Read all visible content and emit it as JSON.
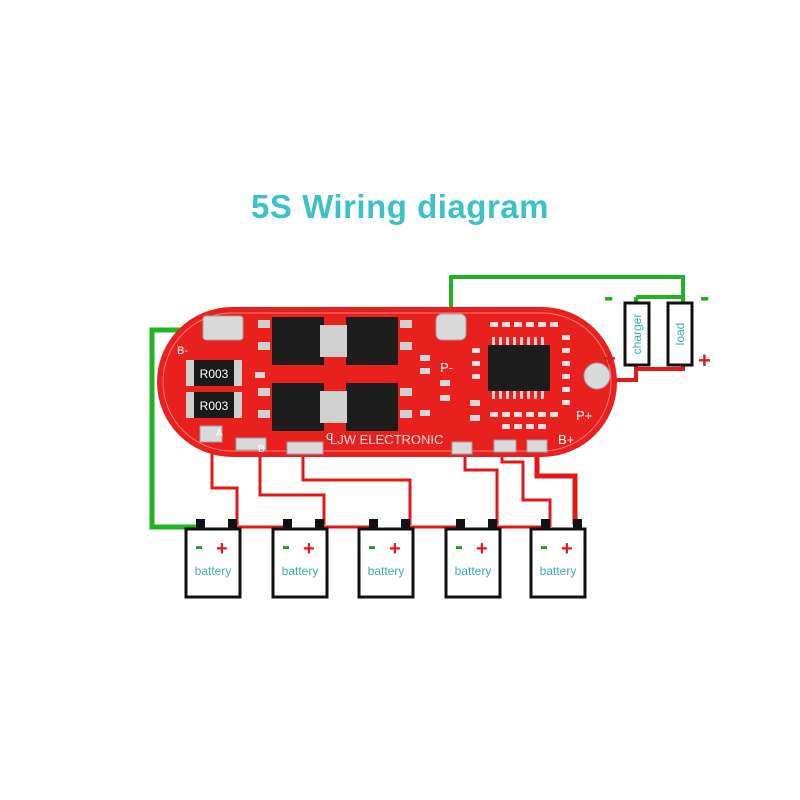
{
  "title": "5S Wiring diagram",
  "board": {
    "resistor_labels": [
      "R003",
      "R003"
    ],
    "pad_labels": {
      "b_minus": "B-",
      "a": "A",
      "b": "B",
      "c": "C",
      "p_minus": "P-",
      "p_plus": "P+",
      "b_plus": "B+"
    },
    "watermark": "LJW ELECTRONIC"
  },
  "external": {
    "charger_label": "charger",
    "load_label": "load",
    "minus_sign": "-",
    "plus_sign": "+"
  },
  "batteries": [
    {
      "label": "battery",
      "minus": "-",
      "plus": "+"
    },
    {
      "label": "battery",
      "minus": "-",
      "plus": "+"
    },
    {
      "label": "battery",
      "minus": "-",
      "plus": "+"
    },
    {
      "label": "battery",
      "minus": "-",
      "plus": "+"
    },
    {
      "label": "battery",
      "minus": "-",
      "plus": "+"
    }
  ],
  "colors": {
    "title": "#3dc1c9",
    "board": "#e8201e",
    "wire_green": "#21b321",
    "wire_red": "#e01818",
    "minus_green": "#1aa51a",
    "plus_red": "#e01818",
    "label_teal": "#3aaeb6"
  }
}
